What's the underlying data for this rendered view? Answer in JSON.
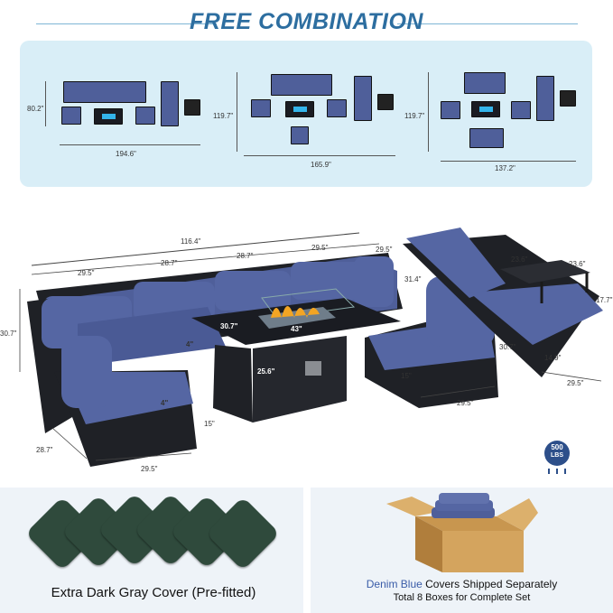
{
  "header": {
    "title": "FREE COMBINATION"
  },
  "combinations": [
    {
      "height": "80.2\"",
      "width": "194.6\""
    },
    {
      "height": "119.7\"",
      "width": "165.9\""
    },
    {
      "height": "119.7\"",
      "width": "137.2\""
    }
  ],
  "dimensions": {
    "total": "116.4\"",
    "seg1": "29.5\"",
    "seg2": "28.7\"",
    "seg3": "28.7\"",
    "seg4": "29.5\"",
    "corner_right": "29.5\"",
    "lounger_depth": "31.4\"",
    "side_height": "30.7\"",
    "cushion": "4\"",
    "table_w": "30.7\"",
    "table_l": "43\"",
    "table_h": "25.6\"",
    "seat_h": "15\"",
    "left_depth": "28.7\"",
    "left_width": "29.5\"",
    "chair_height": "30.7\"",
    "chair_seat": "15\"",
    "chair_width": "29.5\"",
    "side_table_a": "23.6\"",
    "side_table_b": "23.6\"",
    "side_table_h": "17.7\"",
    "ottoman_h": "14.9\"",
    "ottoman_w": "29.5\""
  },
  "badge": {
    "value": "500",
    "unit": "LBS"
  },
  "covers": {
    "caption": "Extra Dark Gray Cover (Pre-fitted)"
  },
  "shipping": {
    "color_word": "Denim Blue",
    "line1_rest": "Covers Shipped Separately",
    "line2_pre": "Total ",
    "line2_num": "8",
    "line2_post": " Boxes for Complete Set"
  },
  "colors": {
    "accent": "#2d6ea0",
    "cushion": "#4f5f9a",
    "frame": "#1f2126",
    "fire": "#34b5ea",
    "cover": "#2f4a3c"
  }
}
